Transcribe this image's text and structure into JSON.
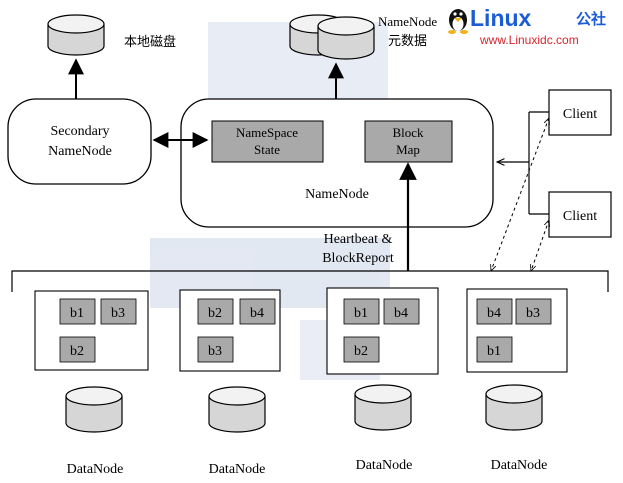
{
  "secondary_disk_label": "本地磁盘",
  "namenode_meta_label_line1": "NameNode",
  "namenode_meta_label_line2": "元数据",
  "secondary_namenode": {
    "line1": "Secondary",
    "line2": "NameNode"
  },
  "namenode": {
    "label": "NameNode",
    "namespace_state": {
      "line1": "NameSpace",
      "line2": "State"
    },
    "block_map": {
      "line1": "Block",
      "line2": "Map"
    }
  },
  "heartbeat_label": {
    "line1": "Heartbeat &",
    "line2": "BlockReport"
  },
  "clients": [
    "Client",
    "Client"
  ],
  "datanodes": [
    {
      "label": "DataNode",
      "blocks": [
        "b1",
        "b3",
        "b2"
      ]
    },
    {
      "label": "DataNode",
      "blocks": [
        "b2",
        "b4",
        "b3"
      ]
    },
    {
      "label": "DataNode",
      "blocks": [
        "b1",
        "b4",
        "b2"
      ]
    },
    {
      "label": "DataNode",
      "blocks": [
        "b4",
        "b3",
        "b1"
      ]
    }
  ],
  "watermark": {
    "brand": "Linux",
    "brand_suffix": "公社",
    "url": "www.Linuxidc.com"
  },
  "colors": {
    "block_fill": "#a9a9a9",
    "line": "#000000",
    "logo_blue": "#1a5bd6",
    "logo_red": "#d8242b",
    "bg_watermark": "#c5cfe3"
  }
}
